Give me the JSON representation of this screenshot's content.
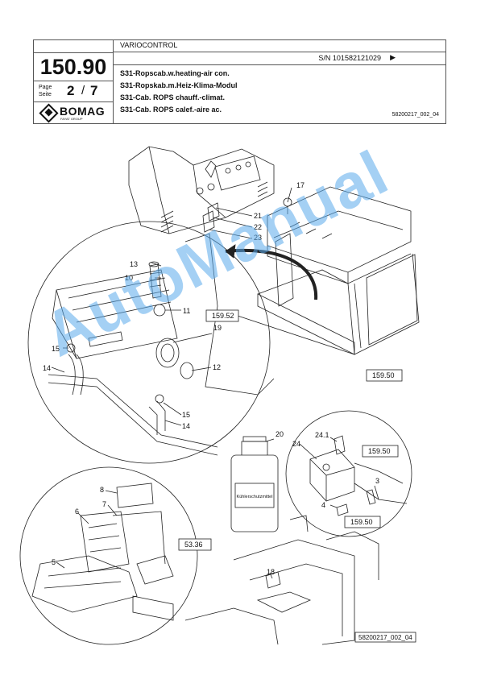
{
  "header": {
    "section_title": "VARIOCONTROL",
    "part_number": "150.90",
    "page_label": "Page\nSeite",
    "page_current": "2",
    "page_separator": "/",
    "page_total": "7",
    "brand": "BOMAG",
    "brand_sub": "FAYAT GROUP",
    "serial": "S/N 101582121029",
    "serial_arrow": "▶",
    "descriptions": [
      "S31-Ropscab.w.heating-air con.",
      "S31-Ropskab.m.Heiz-Klima-Modul",
      "S31-Cab. ROPS chauff.-climat.",
      "S31-Cab. ROPS calef.-aire ac."
    ],
    "drawing_ref": "58200217_002_04"
  },
  "callouts": {
    "c3": "3",
    "c4": "4",
    "c5": "5",
    "c6": "6",
    "c7": "7",
    "c8": "8",
    "c10": "10",
    "c11": "11",
    "c12": "12",
    "c13": "13",
    "c14a": "14",
    "c14b": "14",
    "c15a": "15",
    "c15b": "15",
    "c17": "17",
    "c18": "18",
    "c19": "19",
    "c20": "20",
    "c21": "21",
    "c22": "22",
    "c23": "23",
    "c24": "24",
    "c241": "24.1"
  },
  "refs": {
    "r15952": "159.52",
    "r15950a": "159.50",
    "r15950b": "159.50",
    "r15950c": "159.50",
    "r5336": "53.36"
  },
  "bottle_label": "Kühlerschutzmittel",
  "footer_ref": "58200217_002_04",
  "watermark": "AutoManual"
}
